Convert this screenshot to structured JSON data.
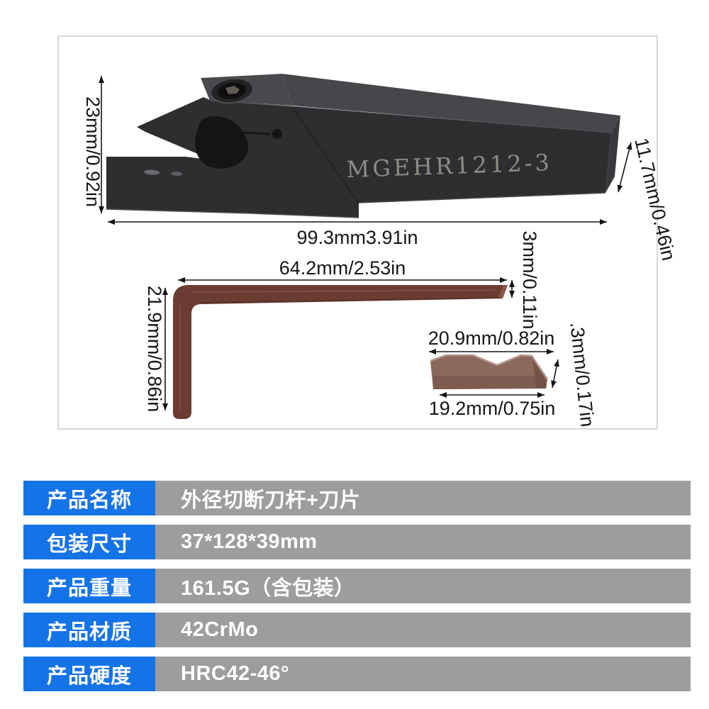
{
  "photo_panel": {
    "border_color": "#cbcbcb",
    "tool": {
      "engraving": "MGEHR1212-3",
      "front_color": "#2e2e30",
      "top_color": "#47474b",
      "butt_color": "#39393d"
    },
    "wrench": {
      "color": "#6b3c31",
      "highlight": "#915c4c"
    },
    "insert": {
      "color": "#8a685c",
      "top_highlight": "#b1948a",
      "shadow": "#7a584e"
    },
    "dimensions": {
      "tool_height": "23mm/0.92in",
      "tool_length": "99.3mm3.91in",
      "shank_width": "11.7mm/0.46in",
      "wrench_length": "64.2mm/2.53in",
      "wrench_height": "21.9mm/0.86in",
      "wrench_thickness": "3mm/0.11in",
      "insert_length_top": "20.9mm/0.82in",
      "insert_length_bottom": "19.2mm/0.75in",
      "insert_height": ".3mm/0.17in"
    }
  },
  "spec_table": {
    "label_bg": "#1573e8",
    "value_bg": "#9d9d9d",
    "rows": [
      {
        "label": "产品名称",
        "value": "外径切断刀杆+刀片"
      },
      {
        "label": "包装尺寸",
        "value": "37*128*39mm"
      },
      {
        "label": "产品重量",
        "value": "161.5G（含包装）"
      },
      {
        "label": "产品材质",
        "value": "42CrMo"
      },
      {
        "label": "产品硬度",
        "value": "HRC42-46°"
      }
    ]
  }
}
